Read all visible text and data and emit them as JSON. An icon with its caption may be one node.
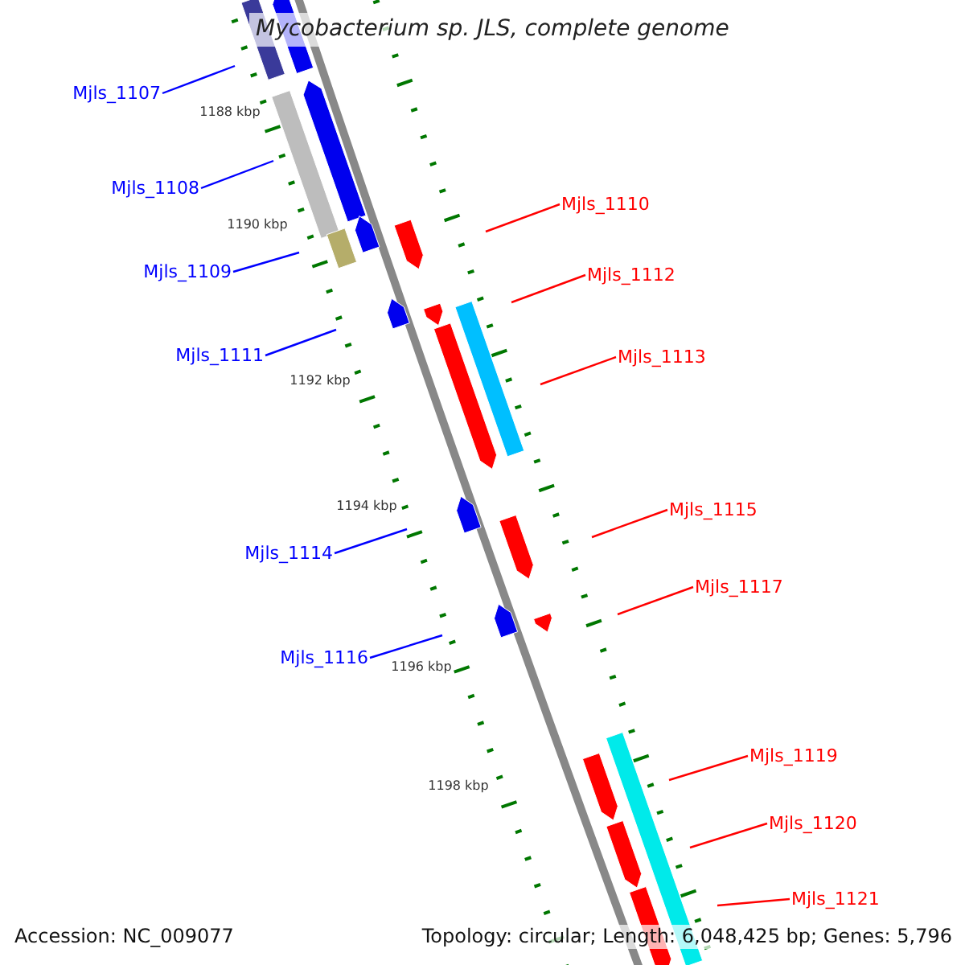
{
  "diagram": {
    "title": "Mycobacterium sp. JLS, complete genome",
    "nodes": [
      {
        "text": [
          "Mjls_1107"
        ]
      },
      {
        "text": [
          "Mjls_1108"
        ]
      },
      {
        "text": [
          "Mjls_1109"
        ]
      },
      {
        "text": [
          "Mjls_1111"
        ]
      },
      {
        "text": [
          "Mjls_1114"
        ]
      },
      {
        "text": [
          "Mjls_1116"
        ]
      },
      {
        "text": [
          "Mjls_1110"
        ]
      },
      {
        "text": [
          "Mjls_1112"
        ]
      },
      {
        "text": [
          "Mjls_1113"
        ]
      },
      {
        "text": [
          "Mjls_1115"
        ]
      },
      {
        "text": [
          "Mjls_1117"
        ]
      },
      {
        "text": [
          "Mjls_1119"
        ]
      },
      {
        "text": [
          "Mjls_1120"
        ]
      },
      {
        "text": [
          "Mjls_1121"
        ]
      }
    ],
    "edges": [
      {
        "from": 0,
        "to": null,
        "arrow": "none",
        "color": "#0000ff"
      },
      {
        "from": 1,
        "to": null,
        "arrow": "none",
        "color": "#0000ff"
      },
      {
        "from": 2,
        "to": null,
        "arrow": "none",
        "color": "#0000ff"
      },
      {
        "from": 3,
        "to": null,
        "arrow": "none",
        "color": "#0000ff"
      },
      {
        "from": 4,
        "to": null,
        "arrow": "none",
        "color": "#0000ff"
      },
      {
        "from": 5,
        "to": null,
        "arrow": "none",
        "color": "#0000ff"
      },
      {
        "from": 6,
        "to": null,
        "arrow": "none",
        "color": "#ff0000"
      },
      {
        "from": 7,
        "to": null,
        "arrow": "none",
        "color": "#ff0000"
      },
      {
        "from": 8,
        "to": null,
        "arrow": "none",
        "color": "#ff0000"
      },
      {
        "from": 9,
        "to": null,
        "arrow": "none",
        "color": "#ff0000"
      },
      {
        "from": 10,
        "to": null,
        "arrow": "none",
        "color": "#ff0000"
      },
      {
        "from": 11,
        "to": null,
        "arrow": "none",
        "color": "#ff0000"
      },
      {
        "from": 12,
        "to": null,
        "arrow": "none",
        "color": "#ff0000"
      },
      {
        "from": 13,
        "to": null,
        "arrow": "none",
        "color": "#ff0000"
      }
    ],
    "labels": [
      "1188 kbp",
      "1190 kbp",
      "1192 kbp",
      "1194 kbp",
      "1196 kbp",
      "1198 kbp",
      "Accession: NC_009077",
      "Topology: circular; Length: 6,048,425 bp; Genes: 5,796"
    ]
  }
}
